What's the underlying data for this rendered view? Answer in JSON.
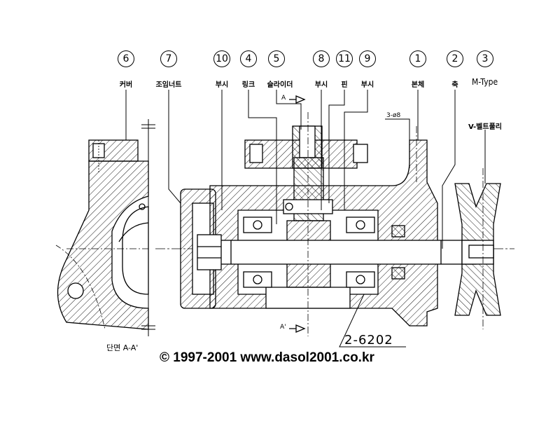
{
  "callouts": [
    {
      "num": "6",
      "label": "커버"
    },
    {
      "num": "7",
      "label": "조임너트"
    },
    {
      "num": "10",
      "label": "부시"
    },
    {
      "num": "4",
      "label": "링크"
    },
    {
      "num": "5",
      "label": "슬라이더"
    },
    {
      "num": "8",
      "label": "부시"
    },
    {
      "num": "11",
      "label": "핀"
    },
    {
      "num": "9",
      "label": "부시"
    },
    {
      "num": "1",
      "label": "본체"
    },
    {
      "num": "2",
      "label": "축"
    },
    {
      "num": "3",
      "label": "M-Type"
    }
  ],
  "pulley_label": "V-벨트풀리",
  "hole_note": "3-ø8",
  "section_mark_top": "A",
  "section_mark_bottom": "A'",
  "bearing_note": "2-6202",
  "section_caption": "단면 A-A'",
  "copyright": "© 1997-2001 www.dasol2001.co.kr"
}
